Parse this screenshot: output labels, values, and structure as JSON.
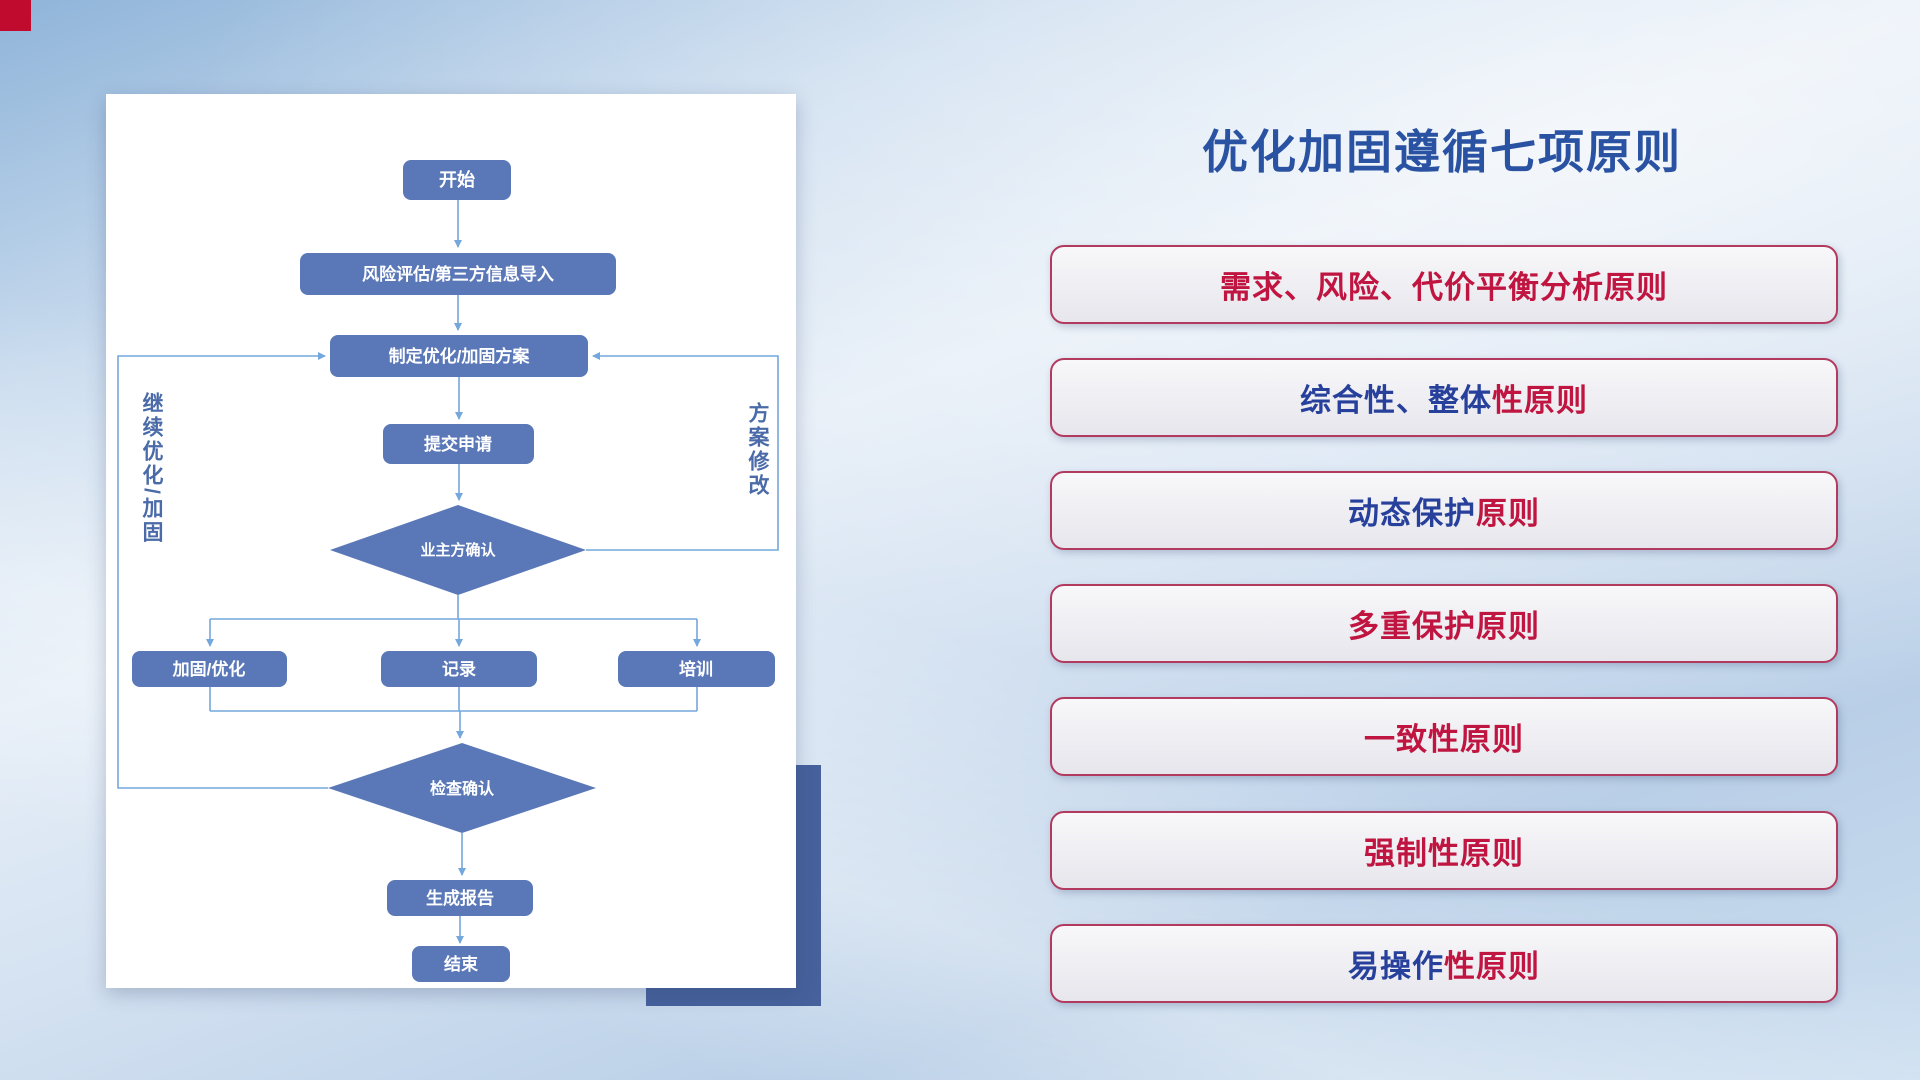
{
  "flowchart": {
    "nodes": {
      "start": "开始",
      "risk_import": "风险评估/第三方信息导入",
      "make_plan": "制定优化/加固方案",
      "submit": "提交申请",
      "owner_confirm": "业主方确认",
      "reinforce": "加固/优化",
      "record": "记录",
      "training": "培训",
      "check_confirm": "检查确认",
      "report": "生成报告",
      "end": "结束"
    },
    "labels": {
      "continue_left": "继续优化/加固",
      "revise_right": "方案修改"
    }
  },
  "right_panel": {
    "title": "优化加固遵循七项原则",
    "principles": [
      {
        "blue": "",
        "red": "需求、风险、代价平衡分析原则"
      },
      {
        "blue": "综合性、整体",
        "red": "性原则"
      },
      {
        "blue": "动态保护",
        "red": "原则"
      },
      {
        "blue": "",
        "red": "多重保护原则"
      },
      {
        "blue": "",
        "red": "一致性原则"
      },
      {
        "blue": "",
        "red": "强制性原则"
      },
      {
        "blue": "易操作",
        "red": "性原则"
      }
    ]
  },
  "colors": {
    "title_blue": "#2a52a2",
    "principle_blue": "#27409b",
    "principle_red": "#c01540",
    "node_fill": "#5a78b8",
    "connector": "#74a7dc",
    "card_shadow_block": "#46619c",
    "corner_red": "#c00a2e"
  }
}
